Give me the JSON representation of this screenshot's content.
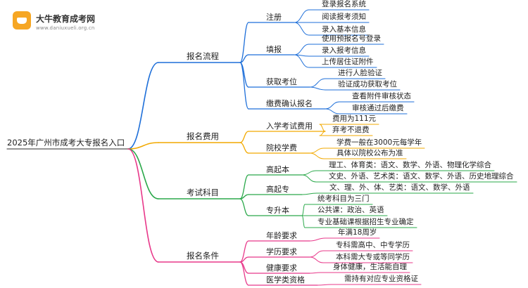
{
  "logo": {
    "title": "大牛教育成考网",
    "url": "www.daniuxueli.org.cn"
  },
  "mindmap": {
    "root": "2025年广州市成考大专报名入口",
    "branches": [
      {
        "label": "报名流程",
        "color": "#1e6fd9",
        "children": [
          {
            "label": "注册",
            "children": [
              "登录报名系统",
              "阅读报考须知",
              "录入基本信息"
            ]
          },
          {
            "label": "填报",
            "children": [
              "使用预报名号登录",
              "录入报考信息",
              "上传居住证附件"
            ]
          },
          {
            "label": "获取考位",
            "children": [
              "进行人脸验证",
              "验证成功获取考位"
            ]
          },
          {
            "label": "缴费确认报名",
            "children": [
              "查看附件审核状态",
              "审核通过后缴费"
            ]
          }
        ]
      },
      {
        "label": "报名费用",
        "color": "#f2a900",
        "children": [
          {
            "label": "入学考试费用",
            "children": [
              "费用为111元",
              "弃考不退费"
            ]
          },
          {
            "label": "院校学费",
            "children": [
              "学费一般在3000元每学年",
              "具体以院校公布为准"
            ]
          }
        ]
      },
      {
        "label": "考试科目",
        "color": "#2aa84a",
        "children": [
          {
            "label": "高起本",
            "children": [
              "理工、体育类：语文、数学、外语、物理化学综合",
              "文史、外语、艺术类：语文、数学、外语、历史地理综合"
            ]
          },
          {
            "label": "高起专",
            "children": [
              "文、理、外、体、艺类：语文、数学、外语"
            ]
          },
          {
            "label": "专升本",
            "children": [
              "统考科目为三门",
              "公共课：政治、英语",
              "专业基础课根据招生专业确定"
            ]
          }
        ]
      },
      {
        "label": "报名条件",
        "color": "#e8388a",
        "children": [
          {
            "label": "年龄要求",
            "children": [
              "年满18周岁"
            ]
          },
          {
            "label": "学历要求",
            "children": [
              "专科需高中、中专学历",
              "本科需大专或等同学历"
            ]
          },
          {
            "label": "健康要求",
            "children": [
              "身体健康，生活能自理"
            ]
          },
          {
            "label": "医学类资格",
            "children": [
              "需持有对应专业资格证"
            ]
          }
        ]
      }
    ]
  }
}
